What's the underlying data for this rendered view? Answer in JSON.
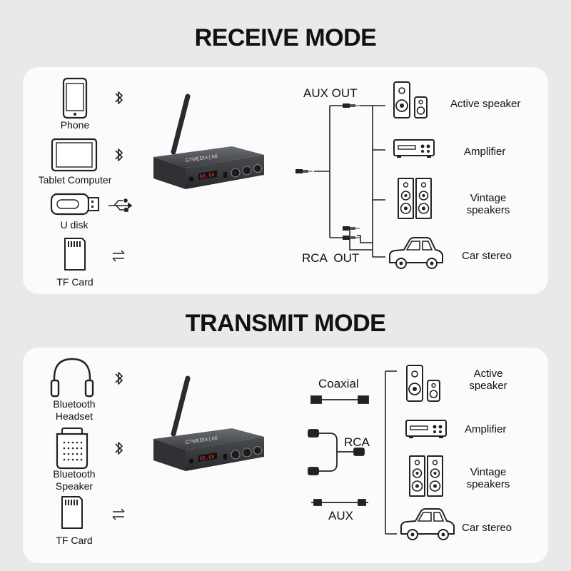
{
  "receive": {
    "title": "RECEIVE MODE",
    "sources": [
      {
        "label": "Phone",
        "icon": "phone-icon",
        "link_icon": "bluetooth-icon"
      },
      {
        "label": "Tablet Computer",
        "icon": "tablet-icon",
        "link_icon": "bluetooth-icon"
      },
      {
        "label": "U disk",
        "icon": "usb-disk-icon",
        "link_icon": "usb-icon"
      },
      {
        "label": "TF Card",
        "icon": "tf-card-icon",
        "link_icon": "arrows-icon"
      }
    ],
    "device": {
      "brand": "GTMEDIA | A6",
      "display": "88.88"
    },
    "connectors": {
      "aux_out": "AUX OUT",
      "rca_out": "RCA  OUT"
    },
    "outputs": [
      {
        "label": "Active speaker",
        "icon": "active-speaker-icon"
      },
      {
        "label": "Amplifier",
        "icon": "amplifier-icon"
      },
      {
        "label": "Vintage\nspeakers",
        "icon": "vintage-speakers-icon"
      },
      {
        "label": "Car stereo",
        "icon": "car-icon"
      }
    ]
  },
  "transmit": {
    "title": "TRANSMIT MODE",
    "sources": [
      {
        "label": "Bluetooth\nHeadset",
        "icon": "headphones-icon",
        "link_icon": "bluetooth-icon"
      },
      {
        "label": "Bluetooth\nSpeaker",
        "icon": "bluetooth-speaker-icon",
        "link_icon": "bluetooth-icon"
      },
      {
        "label": "TF Card",
        "icon": "tf-card-icon",
        "link_icon": "arrows-icon"
      }
    ],
    "device": {
      "brand": "GTMEDIA | A6",
      "display": "88.88"
    },
    "connectors": {
      "coaxial": "Coaxial",
      "rca": "RCA",
      "aux": "AUX"
    },
    "outputs": [
      {
        "label": "Active\nspeaker",
        "icon": "active-speaker-icon"
      },
      {
        "label": "Amplifier",
        "icon": "amplifier-icon"
      },
      {
        "label": "Vintage\nspeakers",
        "icon": "vintage-speakers-icon"
      },
      {
        "label": "Car stereo",
        "icon": "car-icon"
      }
    ]
  }
}
